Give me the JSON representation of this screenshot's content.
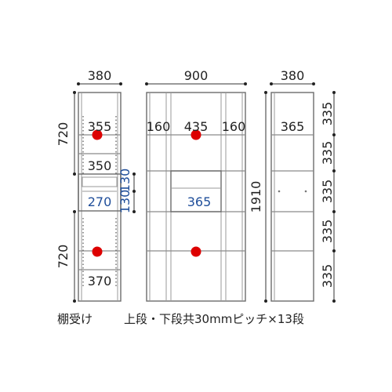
{
  "left_view": {
    "width_top": "380",
    "height_upper": "720",
    "height_lower": "720",
    "inner_upper": "355",
    "inner_middle": "350",
    "inner_drawer": "270",
    "drawer_height_a": "130",
    "drawer_height_b": "130",
    "inner_lower": "370"
  },
  "front_view": {
    "width_top": "900",
    "left_col": "160",
    "center_col": "435",
    "right_col": "160",
    "drawer_width": "365"
  },
  "side_view": {
    "width_top": "380",
    "inner_depth": "365",
    "height_total": "1910",
    "pitch_1": "335",
    "pitch_2": "335",
    "pitch_3": "335",
    "pitch_4": "335",
    "pitch_5": "335"
  },
  "footer": {
    "left_note": "棚受け",
    "right_note": "上段・下段共30mmピッチ×13段"
  },
  "colors": {
    "peg": "#dd0000",
    "blue_label": "#1f4e9a"
  }
}
